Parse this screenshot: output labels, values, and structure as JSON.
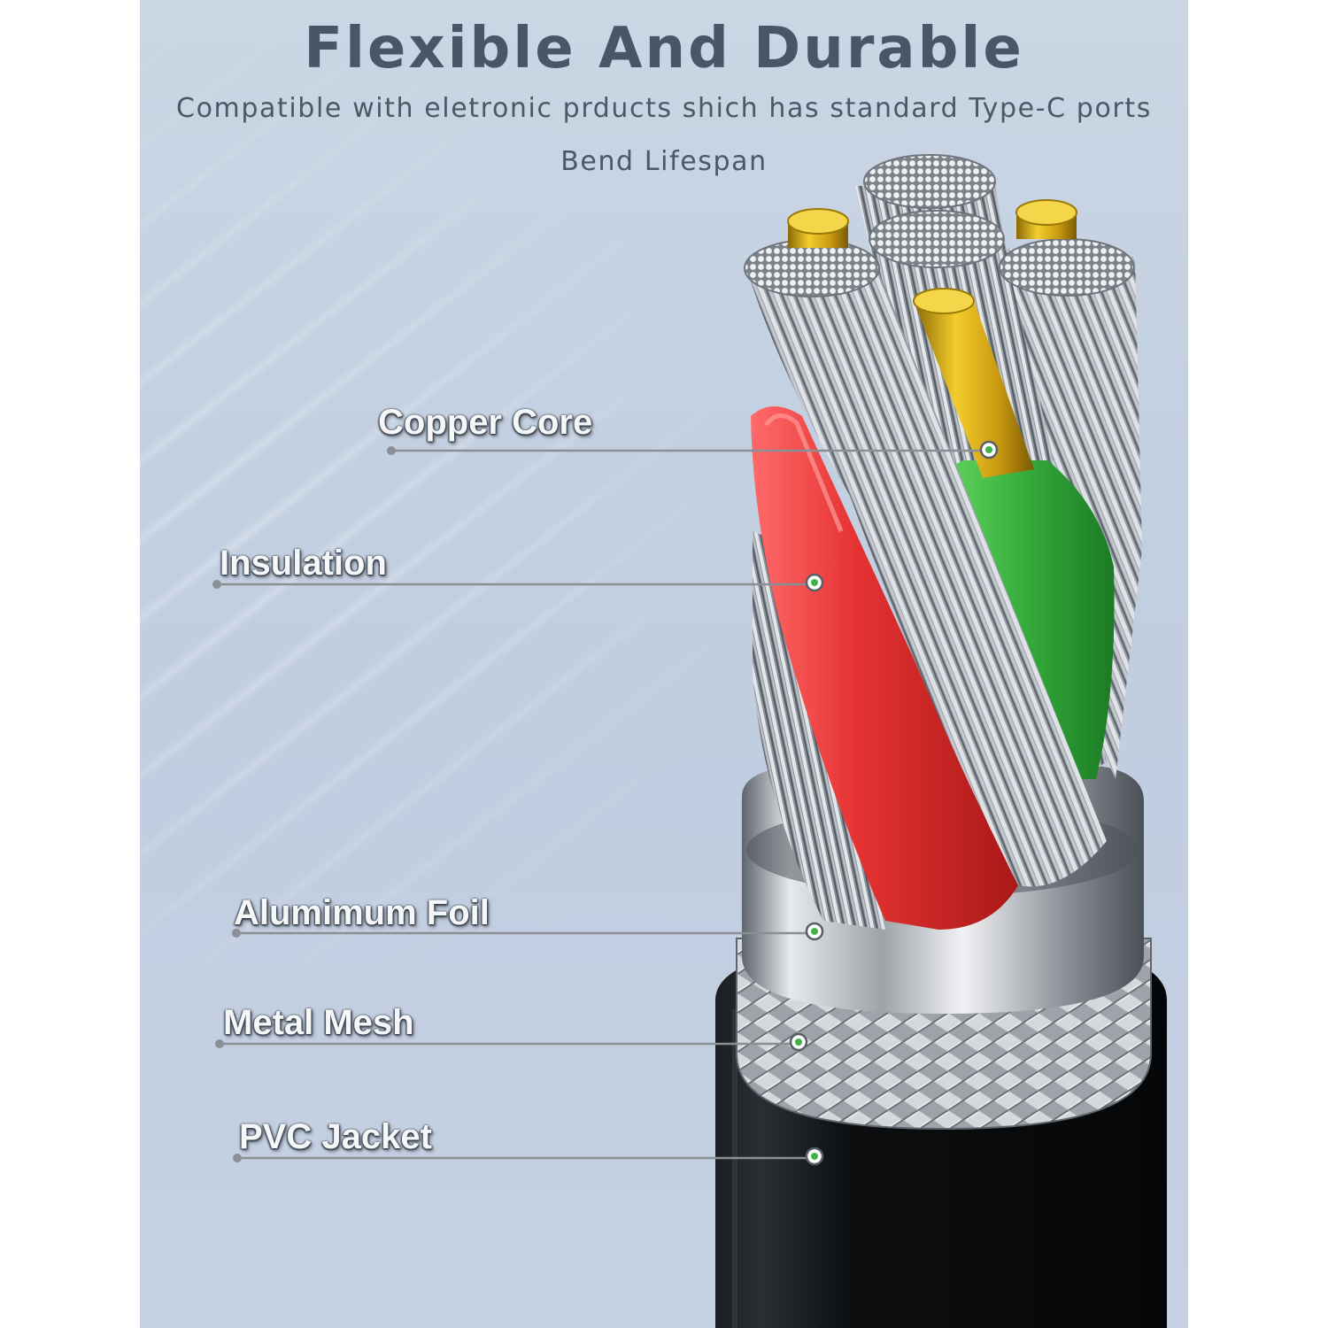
{
  "header": {
    "title": "Flexible And Durable",
    "subtitle": "Compatible with eletronic prducts shich has standard Type-C ports",
    "subtitle2": "Bend Lifespan"
  },
  "callouts": [
    {
      "label": "Copper Core"
    },
    {
      "label": "Insulation"
    },
    {
      "label": "Alumimum Foil"
    },
    {
      "label": "Metal Mesh"
    },
    {
      "label": "PVC Jacket"
    }
  ],
  "colors": {
    "background": "#c3d0e1",
    "text": "#4a5668",
    "insulation_red": "#e53535",
    "insulation_green": "#35a83a",
    "copper": "#e0b118",
    "jacket": "#0d0f12",
    "marker": "#3fb24a"
  }
}
